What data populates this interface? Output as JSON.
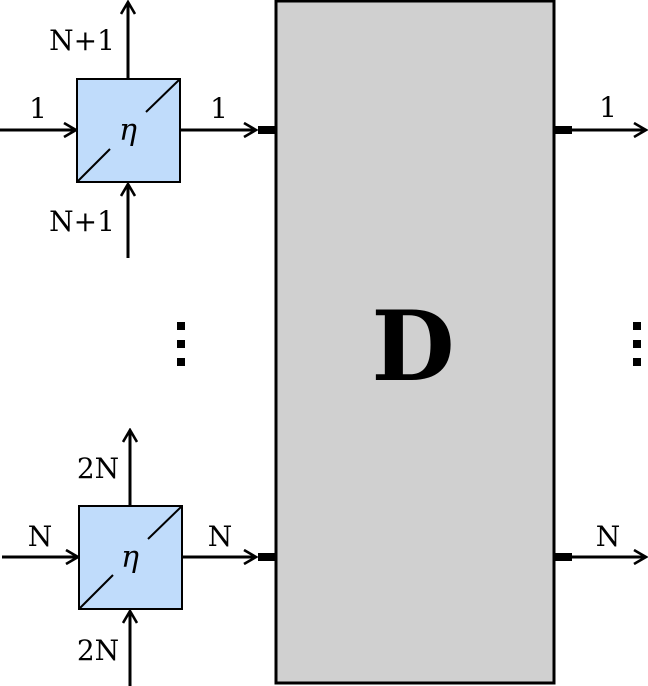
{
  "diagram": {
    "colors": {
      "beam_splitter_fill": "#c0dcfb",
      "detector_fill": "#d0d0d0",
      "stroke": "#000000",
      "background": "#ffffff"
    },
    "detector": {
      "label": "D"
    },
    "beam_splitters": [
      {
        "symbol": "η",
        "input_label": "1",
        "output_label": "1",
        "top_label": "N+1",
        "bottom_label": "N+1"
      },
      {
        "symbol": "η",
        "input_label": "N",
        "output_label": "N",
        "top_label": "2N",
        "bottom_label": "2N"
      }
    ],
    "outputs": [
      {
        "label": "1"
      },
      {
        "label": "N"
      }
    ],
    "ellipsis_left": "⋮",
    "ellipsis_right": "⋮"
  }
}
